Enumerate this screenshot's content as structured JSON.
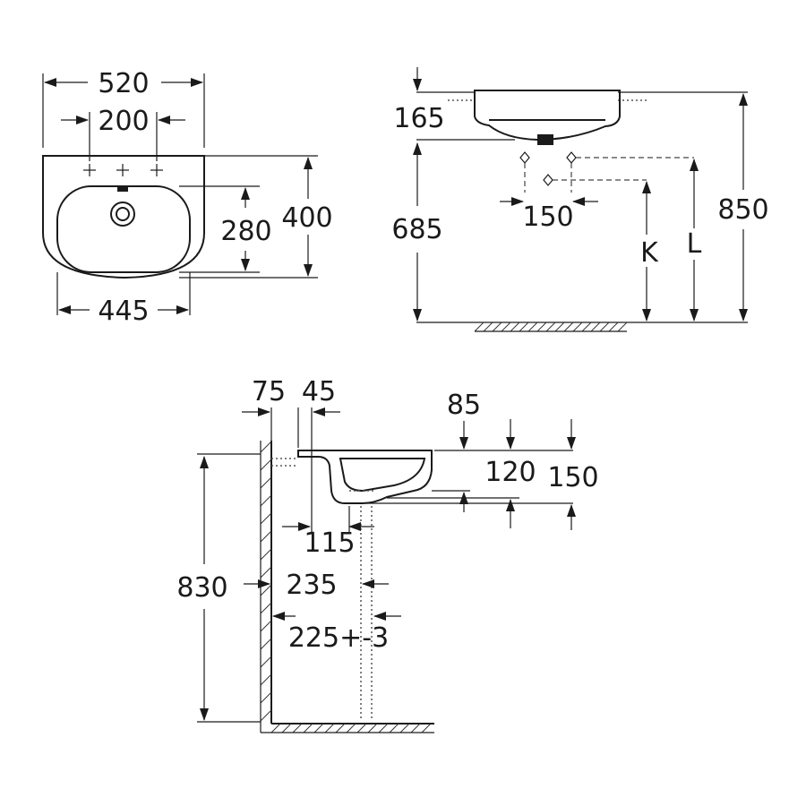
{
  "top_view": {
    "overall_width": "520",
    "tap_spacing": "200",
    "overall_depth": "400",
    "bowl_depth": "280",
    "bowl_width": "445"
  },
  "front_view": {
    "top_clearance": "165",
    "rim_to_floor": "685",
    "waste_offset": "150",
    "label_k": "K",
    "label_l": "L",
    "overall_height": "850"
  },
  "side_view": {
    "wall_to_basin": "75",
    "rim_projection": "45",
    "rim_drop": "85",
    "bowl_height": "120",
    "overall_basin_height": "150",
    "drain_offset": "115",
    "trap_offset": "235",
    "pipe_offset": "225+-3",
    "mount_height": "830"
  }
}
